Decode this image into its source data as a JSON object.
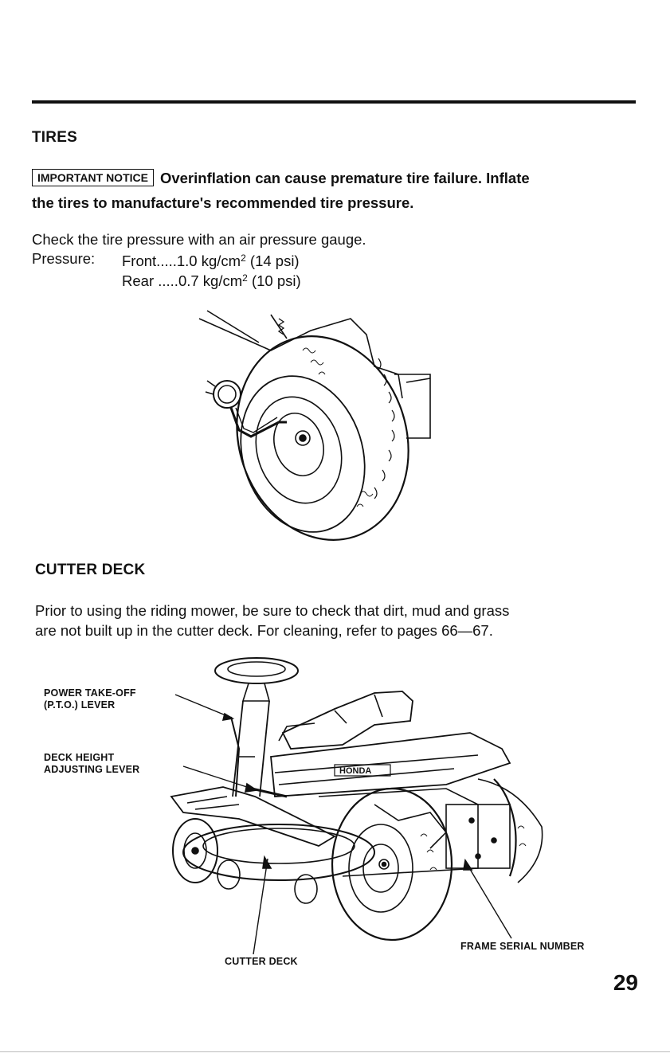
{
  "tires": {
    "heading": "TIRES",
    "notice_label": "IMPORTANT NOTICE",
    "notice_text_1": "Overinflation can cause premature tire failure. Inflate",
    "notice_text_2": "the tires to manufacture's recommended tire pressure.",
    "check_text": "Check the tire pressure with an air pressure gauge.",
    "pressure_label": "Pressure:",
    "front_text": "Front.....1.0 kg/cm",
    "front_psi": " (14 psi)",
    "rear_text": "Rear .....0.7 kg/cm",
    "rear_psi": " (10 psi)",
    "superscript": "2"
  },
  "cutter_deck": {
    "heading": "CUTTER DECK",
    "text_1": "Prior to using the riding mower, be sure to check that dirt, mud and grass",
    "text_2": "are not built up in the cutter deck. For cleaning, refer to pages 66—67."
  },
  "diagram_labels": {
    "pto_1": "POWER TAKE-OFF",
    "pto_2": "(P.T.O.) LEVER",
    "deck_height_1": "DECK HEIGHT",
    "deck_height_2": "ADJUSTING LEVER",
    "frame_serial": "FRAME SERIAL NUMBER",
    "cutter_deck": "CUTTER DECK",
    "brand": "HONDA"
  },
  "page_number": "29"
}
